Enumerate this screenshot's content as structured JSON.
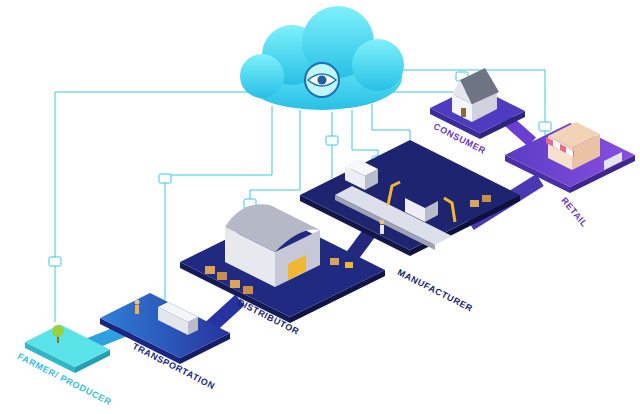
{
  "diagram": {
    "labels": [
      "FARMER/ PRODUCER",
      "TRANSPORTATION",
      "DISTRIBUTOR",
      "MANUFACTURER",
      "CONSUMER",
      "RETAIL"
    ]
  }
}
